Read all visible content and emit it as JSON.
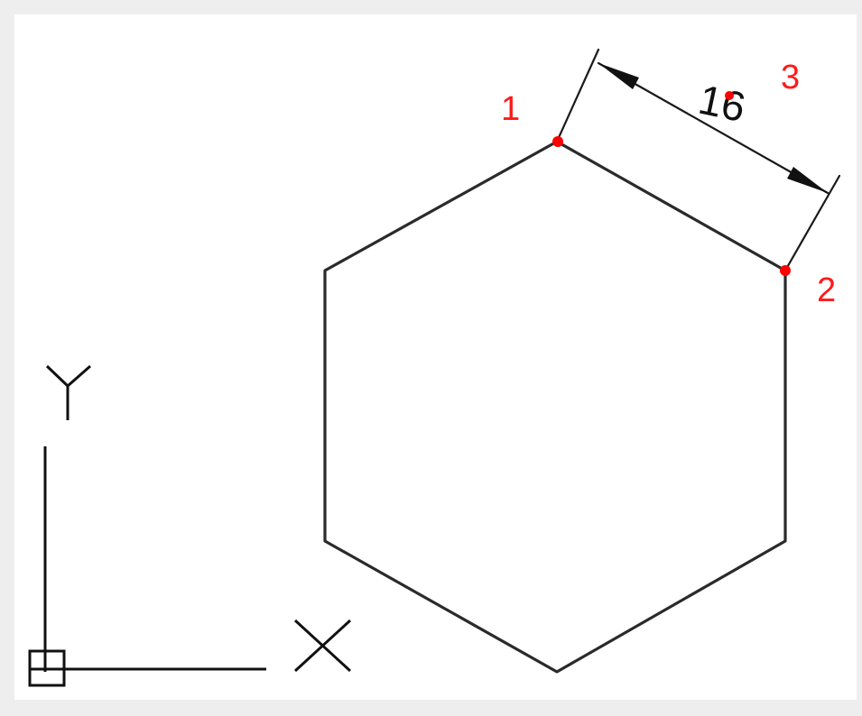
{
  "diagram": {
    "dimension_value": "16",
    "points": [
      {
        "label": "1"
      },
      {
        "label": "2"
      },
      {
        "label": "3"
      }
    ],
    "ucs": {
      "x_label": "X",
      "y_label": "Y"
    },
    "colors": {
      "geometry": "#2a2a2a",
      "point_marker": "#ff0000",
      "point_label": "#ff1a1a",
      "background": "#ffffff"
    }
  }
}
